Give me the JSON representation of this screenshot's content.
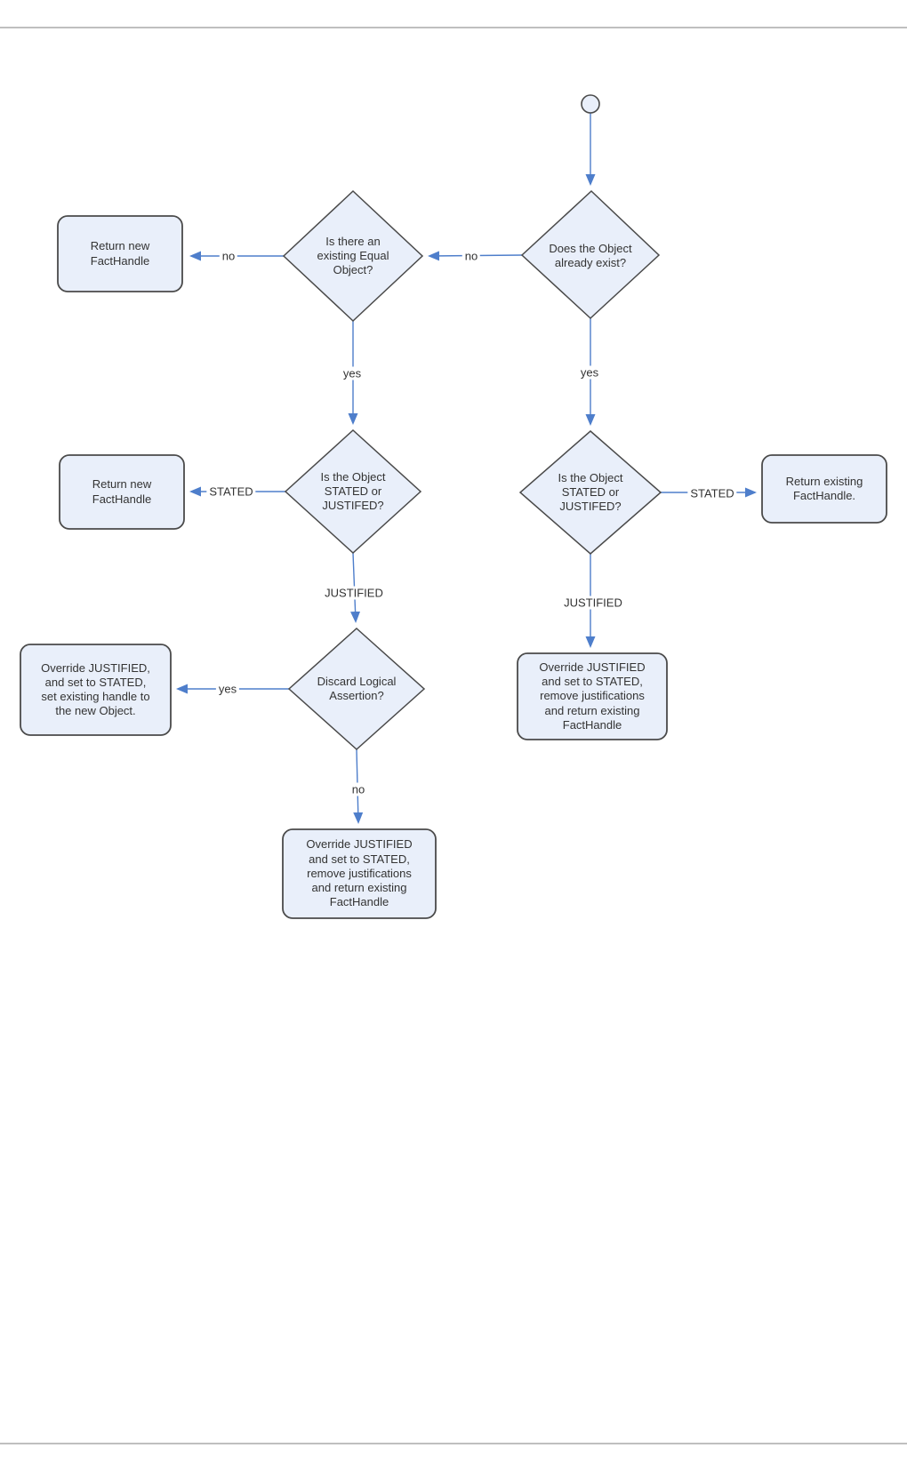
{
  "diagram": {
    "title": "truth-maintenance insertion flowchart",
    "colors": {
      "node_fill": "#e9effa",
      "node_border": "#4a4a4a",
      "arrow": "#4e7ecb",
      "text": "#333333",
      "page_rule": "#bfbfbf"
    },
    "nodes": {
      "start": {
        "type": "start-circle"
      },
      "d_exists": {
        "label": "Does the Object\nalready exist?"
      },
      "d_equal": {
        "label": "Is there an\nexisting Equal\nObject?"
      },
      "d_stated_left": {
        "label": "Is the Object\nSTATED or\nJUSTIFED?"
      },
      "d_stated_right": {
        "label": "Is the Object\nSTATED or\nJUSTIFED?"
      },
      "d_discard": {
        "label": "Discard Logical\nAssertion?"
      },
      "b_return_new_1": {
        "label": "Return new\nFactHandle"
      },
      "b_return_new_2": {
        "label": "Return new\nFactHandle"
      },
      "b_override_set_handle": {
        "label": "Override JUSTIFIED,\nand set to STATED,\nset existing handle to\nthe new Object."
      },
      "b_override_remove_left": {
        "label": "Override JUSTIFIED\nand set to STATED,\nremove justifications\nand return existing\nFactHandle"
      },
      "b_return_existing": {
        "label": "Return existing\nFactHandle."
      },
      "b_override_remove_right": {
        "label": "Override JUSTIFIED\nand set to STATED,\nremove justifications\nand return existing\nFactHandle"
      }
    },
    "edge_labels": {
      "no_exists_to_equal": "no",
      "no_equal_to_return": "no",
      "yes_equal_down": "yes",
      "stated_left": "STATED",
      "justified_left": "JUSTIFIED",
      "yes_discard": "yes",
      "no_discard": "no",
      "yes_exists_down": "yes",
      "stated_right": "STATED",
      "justified_right": "JUSTIFIED"
    }
  }
}
